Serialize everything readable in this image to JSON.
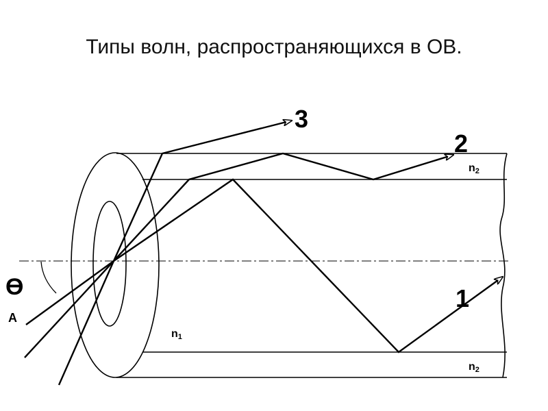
{
  "title": "Типы волн, распространяющихся в ОВ.",
  "labels": {
    "ray1": "1",
    "ray2": "2",
    "ray3": "3",
    "n2_top": "n",
    "n2_top_sub": "2",
    "n2_bottom": "n",
    "n2_bottom_sub": "2",
    "n1": "n",
    "n1_sub": "1",
    "theta": "ϴ",
    "point_a": "A"
  },
  "colors": {
    "stroke": "#000000",
    "background": "#ffffff"
  }
}
